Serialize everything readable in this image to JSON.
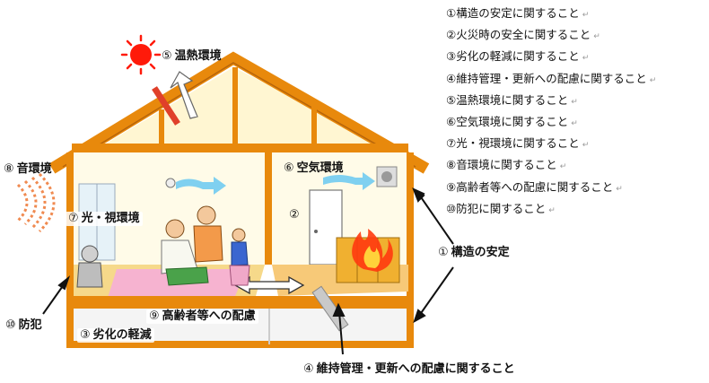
{
  "legend": [
    "①構造の安定に関すること",
    "②火災時の安全に関すること",
    "③劣化の軽減に関すること",
    "④維持管理・更新への配慮に関すること",
    "⑤温熱環境に関すること",
    "⑥空気環境に関すること",
    "⑦光・視環境に関すること",
    "⑧音環境に関すること",
    "⑨高齢者等への配慮に関すること",
    "⑩防犯に関すること"
  ],
  "legend_marker": "↵",
  "labels": {
    "thermal": {
      "num": "⑤",
      "text": "温熱環境"
    },
    "sound": {
      "num": "⑧",
      "text": "音環境"
    },
    "light": {
      "num": "⑦",
      "text": "光・視環境"
    },
    "air": {
      "num": "⑥",
      "text": "空気環境"
    },
    "fire": {
      "num": "②",
      "text": ""
    },
    "structure": {
      "num": "①",
      "text": "構造の安定"
    },
    "crime": {
      "num": "⑩",
      "text": "防犯"
    },
    "elderly": {
      "num": "⑨",
      "text": "高齢者等への配慮"
    },
    "degradation": {
      "num": "③",
      "text": "劣化の軽減"
    },
    "maintenance": {
      "num": "④",
      "text": "維持管理・更新への配慮に関すること"
    }
  },
  "colors": {
    "frame": "#e8890c",
    "attic": "#fff6d2",
    "wall": "#fffbe8",
    "floor_living": "#f6d98a",
    "rug": "#f6b3d0",
    "floor_kitchen": "#f7c978",
    "sun": "#ff1a0a",
    "air_arrow": "#7fd0f0",
    "sound_waves": "#f08a50"
  }
}
